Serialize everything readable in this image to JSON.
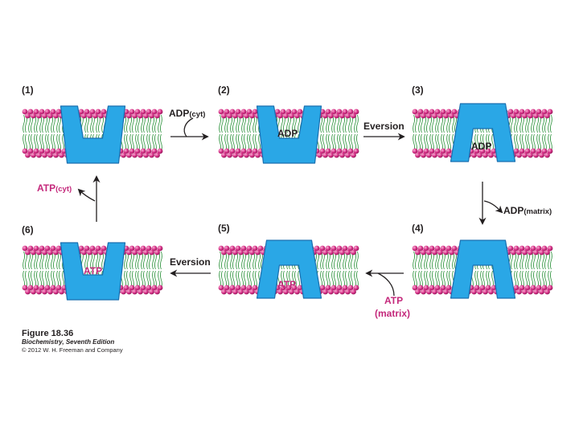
{
  "figure": {
    "panels": [
      {
        "num": "(1)",
        "state": "open-up",
        "content": ""
      },
      {
        "num": "(2)",
        "state": "open-up",
        "content": "ADP"
      },
      {
        "num": "(3)",
        "state": "open-down",
        "content": "ADP"
      },
      {
        "num": "(4)",
        "state": "open-down",
        "content": ""
      },
      {
        "num": "(5)",
        "state": "open-down",
        "content": "ATP"
      },
      {
        "num": "(6)",
        "state": "open-up",
        "content": "ATP"
      }
    ],
    "labels": {
      "adp_cyt_main": "ADP",
      "adp_cyt_sub": "(cyt)",
      "eversion_top": "Eversion",
      "adp_matrix_main": "ADP",
      "adp_matrix_sub": "(matrix)",
      "atp_matrix_line1": "ATP",
      "atp_matrix_line2": "(matrix)",
      "eversion_bottom": "Eversion",
      "atp_cyt_main": "ATP",
      "atp_cyt_sub": "(cyt)"
    },
    "caption": {
      "title": "Figure 18.36",
      "book": "Biochemistry, Seventh Edition",
      "copyright": "© 2012 W. H. Freeman and Company"
    }
  },
  "colors": {
    "protein": "#2aa7e6",
    "protein_edge": "#1a6fb0",
    "lipid_head": "#d9338a",
    "lipid_tail": "#3c9a4a",
    "magenta_text": "#c4287b",
    "text": "#231f20"
  }
}
